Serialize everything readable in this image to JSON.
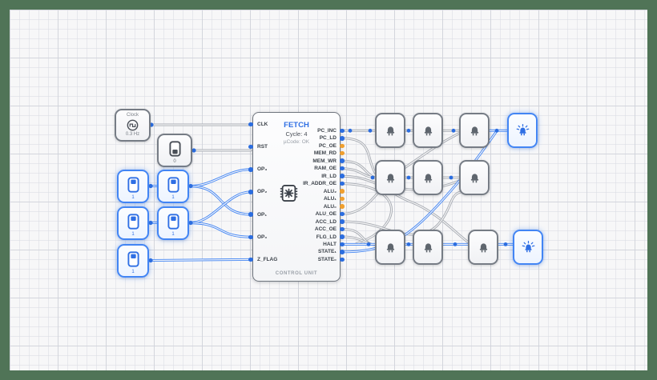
{
  "app": {
    "frame_color": "#507457"
  },
  "colors": {
    "wire_active": "#4285f4",
    "wire_idle": "#a6aab1",
    "dot_connected": "#2b6de0",
    "dot_unconnected": "#f09f2e"
  },
  "clock": {
    "title": "Clock",
    "frequency": "0.3 Hz",
    "icon": "clock-wave-icon"
  },
  "reset_switch": {
    "value": "0",
    "state": "off",
    "icon": "toggle-switch-icon"
  },
  "input_switches": [
    {
      "value": "1",
      "state": "on"
    },
    {
      "value": "1",
      "state": "on"
    },
    {
      "value": "1",
      "state": "on"
    },
    {
      "value": "1",
      "state": "on"
    },
    {
      "value": "1",
      "state": "on"
    }
  ],
  "control_unit": {
    "title": "FETCH",
    "cycle": "Cycle: 4",
    "ucode": "µCode: OK",
    "footer": "CONTROL UNIT",
    "icon": "microchip-icon",
    "inputs": [
      "CLK",
      "RST",
      "OP₃",
      "OP₂",
      "OP₁",
      "OP₀",
      "Z_FLAG"
    ],
    "outputs": [
      {
        "label": "PC_INC",
        "port": "connected"
      },
      {
        "label": "PC_LD",
        "port": "connected"
      },
      {
        "label": "PC_OE",
        "port": "unconnected"
      },
      {
        "label": "MEM_RD",
        "port": "unconnected"
      },
      {
        "label": "MEM_WR",
        "port": "connected"
      },
      {
        "label": "RAM_OE",
        "port": "connected"
      },
      {
        "label": "IR_LD",
        "port": "connected"
      },
      {
        "label": "IR_ADDR_OE",
        "port": "connected"
      },
      {
        "label": "ALU₂",
        "port": "unconnected"
      },
      {
        "label": "ALU₁",
        "port": "unconnected"
      },
      {
        "label": "ALU₀",
        "port": "unconnected"
      },
      {
        "label": "ALU_OE",
        "port": "connected"
      },
      {
        "label": "ACC_LD",
        "port": "connected"
      },
      {
        "label": "ACC_OE",
        "port": "connected"
      },
      {
        "label": "FLG_LD",
        "port": "connected"
      },
      {
        "label": "HALT",
        "port": "connected"
      },
      {
        "label": "STATE₁",
        "port": "connected"
      },
      {
        "label": "STATE₀",
        "port": "connected"
      }
    ]
  },
  "led_rows": [
    {
      "name": "top",
      "leds": [
        {
          "lit": false
        },
        {
          "lit": false
        },
        {
          "lit": false
        },
        {
          "lit": true
        }
      ]
    },
    {
      "name": "middle",
      "leds": [
        {
          "lit": false
        },
        {
          "lit": false
        },
        {
          "lit": false
        }
      ]
    },
    {
      "name": "bottom",
      "leds": [
        {
          "lit": false
        },
        {
          "lit": false
        },
        {
          "lit": false
        },
        {
          "lit": true
        }
      ]
    }
  ]
}
